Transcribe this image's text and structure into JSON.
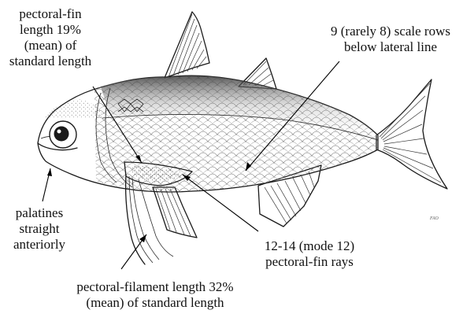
{
  "labels": {
    "pectoral_fin_length": [
      "pectoral-fin",
      "length 19%",
      "(mean) of",
      "standard length"
    ],
    "scale_rows": [
      "9 (rarely 8) scale rows",
      "below lateral line"
    ],
    "palatines": [
      "palatines",
      "straight",
      "anteriorly"
    ],
    "pectoral_fin_rays": [
      "12-14 (mode 12)",
      "pectoral-fin rays"
    ],
    "pectoral_filament_length": [
      "pectoral-filament length 32%",
      "(mean) of standard length"
    ]
  },
  "artist_signature": "FAO"
}
